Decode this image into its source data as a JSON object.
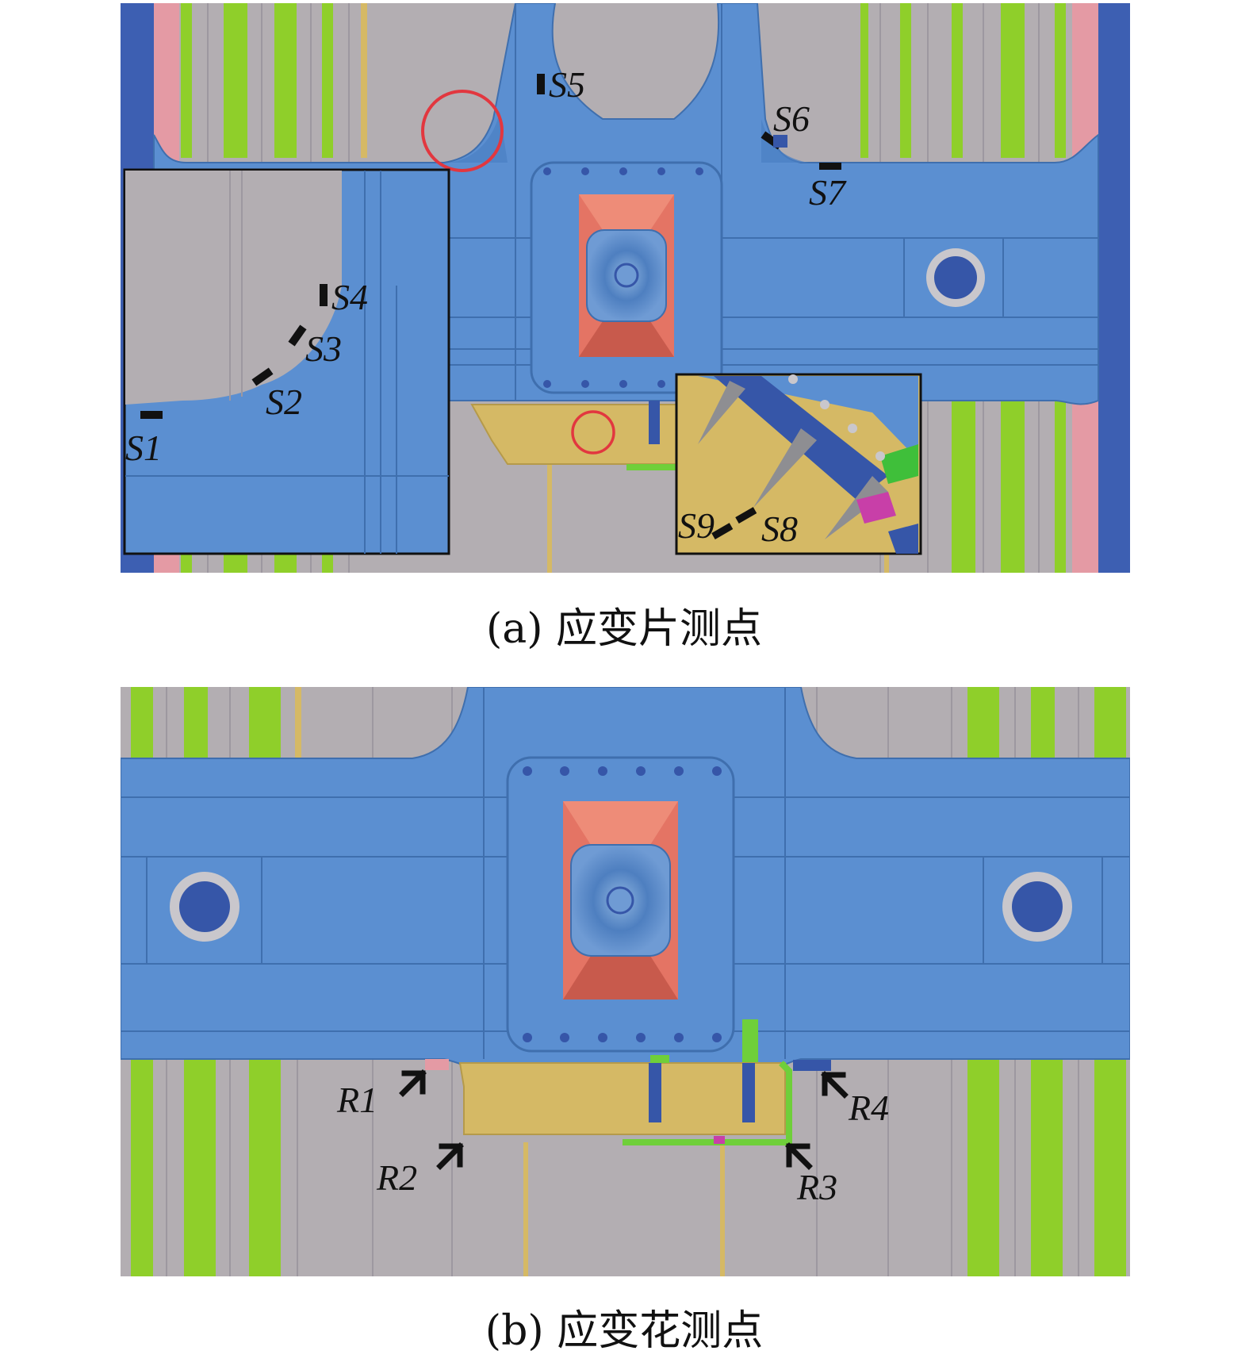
{
  "panel_a": {
    "caption": "(a) 应变片测点",
    "gauges": [
      "S1",
      "S2",
      "S3",
      "S4",
      "S5",
      "S6",
      "S7",
      "S8",
      "S9"
    ]
  },
  "panel_b": {
    "caption": "(b) 应变花测点",
    "rosettes": [
      "R1",
      "R2",
      "R3",
      "R4"
    ]
  },
  "colors": {
    "blue_body": "#5b8fd1",
    "blue_line": "#3f6fae",
    "dark_blue": "#3656a8",
    "grey_slot": "#b3aeb2",
    "green_bar": "#8fcf2a",
    "pink_edge": "#e49aa4",
    "yellow_plate": "#d5b965",
    "orange_block": "#e47464",
    "red_circle": "#e2373f",
    "black": "#111111"
  }
}
